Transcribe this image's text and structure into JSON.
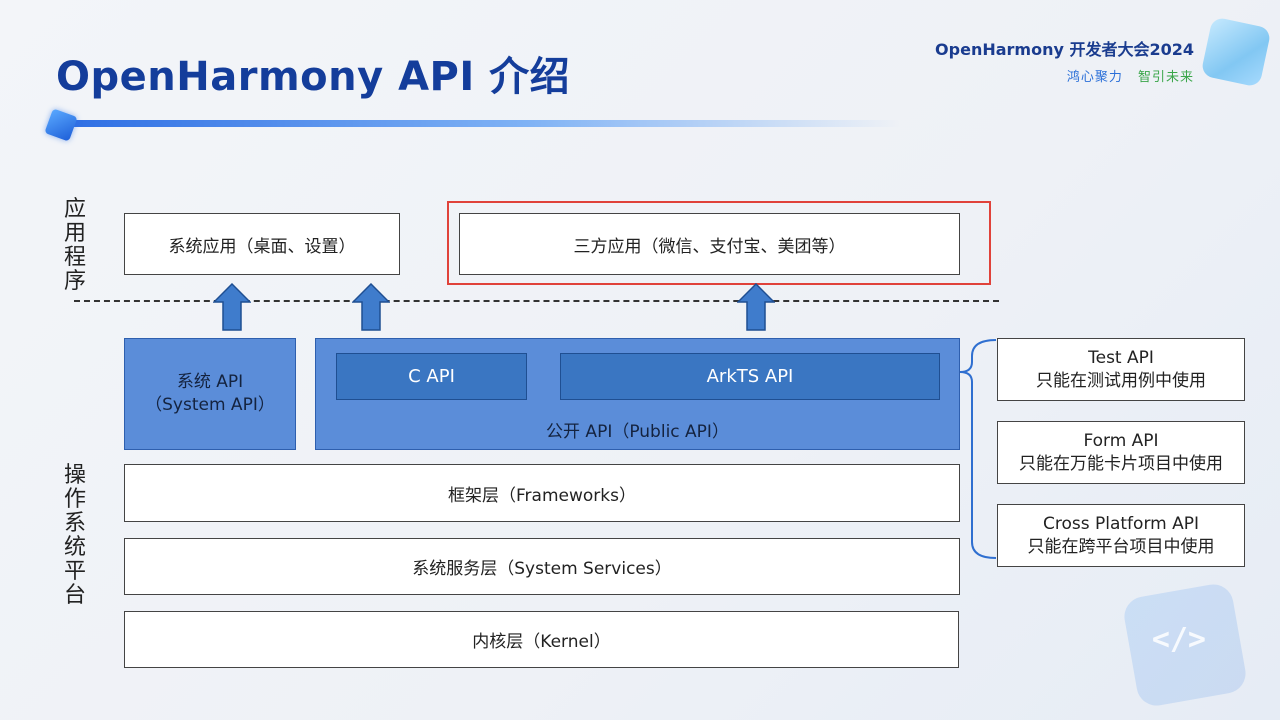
{
  "header": {
    "title": "OpenHarmony API 介绍",
    "brand_name": "OpenHarmony 开发者大会2024",
    "slogan_a": "鸿心聚力",
    "slogan_b": "智引未来"
  },
  "side_labels": {
    "app_layer": [
      "应",
      "用",
      "程",
      "序"
    ],
    "os_layer": [
      "操",
      "作",
      "系",
      "统",
      "平",
      "台"
    ]
  },
  "apps": {
    "system_app": "系统应用（桌面、设置）",
    "third_party_app": "三方应用（微信、支付宝、美团等）"
  },
  "api": {
    "system_api_line1": "系统 API",
    "system_api_line2": "（System API）",
    "c_api": "C API",
    "arkts_api": "ArkTS API",
    "public_api": "公开 API（Public API）"
  },
  "layers": {
    "frameworks": "框架层（Frameworks）",
    "system_services": "系统服务层（System Services）",
    "kernel": "内核层（Kernel）"
  },
  "special_apis": [
    {
      "name": "Test API",
      "desc": "只能在测试用例中使用"
    },
    {
      "name": "Form API",
      "desc": "只能在万能卡片项目中使用"
    },
    {
      "name": "Cross Platform API",
      "desc": "只能在跨平台项目中使用"
    }
  ],
  "decor": {
    "code_glyph": "</>"
  },
  "colors": {
    "title": "#143d9b",
    "highlight_frame": "#e0423a",
    "api_fill": "#5b8dd9",
    "api_inner_fill": "#3a76c2"
  }
}
